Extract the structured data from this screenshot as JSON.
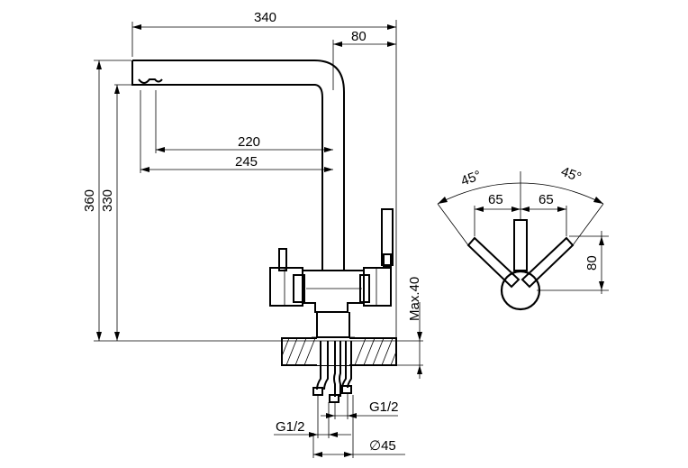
{
  "drawing": {
    "type": "technical-drawing",
    "subject": "kitchen faucet, side view and handle top view",
    "colors": {
      "line": "#000000",
      "background": "#ffffff"
    }
  },
  "dimensions": {
    "overall_width": "340",
    "spout_offset": "80",
    "reach_inner": "220",
    "reach_outer": "245",
    "overall_height": "360",
    "spout_height": "330",
    "max_countertop": "Max.40",
    "inlet_left": "G1/2",
    "inlet_right": "G1/2",
    "base_diameter": "∅45"
  },
  "top_view": {
    "angle_left": "45°",
    "angle_right": "45°",
    "handle_left": "65",
    "handle_right": "65",
    "handle_height": "80"
  }
}
